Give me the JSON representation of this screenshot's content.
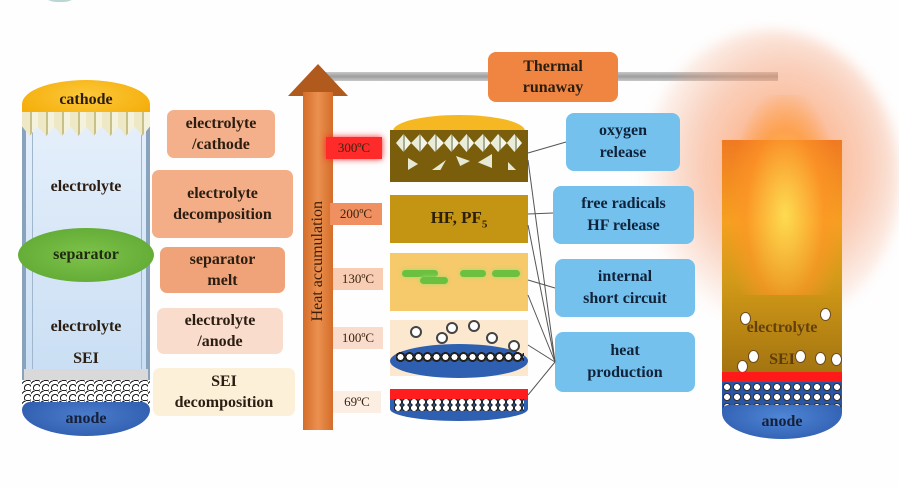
{
  "left_cell": {
    "cathode": "cathode",
    "electrolyte_top": "electrolyte",
    "separator": "separator",
    "electrolyte_bottom": "electrolyte",
    "sei": "SEI",
    "anode": "anode"
  },
  "reactions": [
    {
      "line1": "electrolyte",
      "line2": "/cathode",
      "color": "#f4b08a"
    },
    {
      "line1": "electrolyte",
      "line2": "decomposition",
      "color": "#f4ae87"
    },
    {
      "line1": "separator",
      "line2": "melt",
      "color": "#f0a378"
    },
    {
      "line1": "electrolyte",
      "line2": "/anode",
      "color": "#f9dccc"
    },
    {
      "line1": "SEI",
      "line2": "decomposition",
      "color": "#fdf0d8"
    }
  ],
  "heat_arrow": {
    "label": "Heat accumulation"
  },
  "thermal_runaway": {
    "line1": "Thermal",
    "line2": "runaway"
  },
  "temperatures": [
    {
      "value": "300ºC",
      "color": "#ff2a2a"
    },
    {
      "value": "200ºC",
      "color": "#f09060"
    },
    {
      "value": "130ºC",
      "color": "#f8cdb4"
    },
    {
      "value": "100ºC",
      "color": "#fadccc"
    },
    {
      "value": "69ºC",
      "color": "#fdeee4"
    }
  ],
  "layers": {
    "hf_label": "HF, PF",
    "hf_subscript": "5"
  },
  "outcomes": [
    {
      "line1": "oxygen",
      "line2": "release"
    },
    {
      "line1": "free radicals",
      "line2": "HF release"
    },
    {
      "line1": "internal",
      "line2": "short circuit"
    },
    {
      "line1": "heat",
      "line2": "production"
    }
  ],
  "fire_cell": {
    "electrolyte": "electrolyte",
    "sei": "SEI",
    "anode": "anode"
  }
}
